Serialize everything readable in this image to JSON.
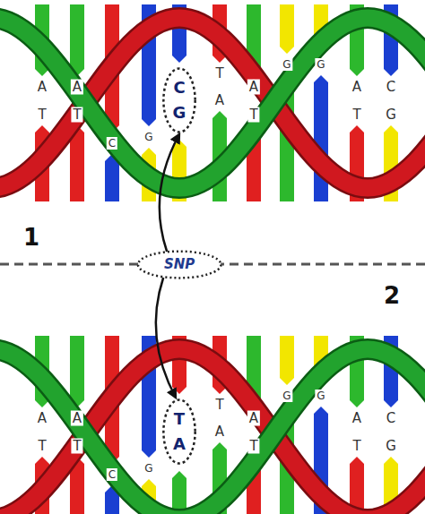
{
  "diagram": {
    "nodes": [
      {
        "text": [
          "C",
          "G"
        ]
      },
      {
        "text": [
          "SNP"
        ]
      },
      {
        "text": [
          "T",
          "A"
        ]
      }
    ],
    "edges": [
      {
        "from": 1,
        "to": 0,
        "arrow": "to"
      },
      {
        "from": 1,
        "to": 2,
        "arrow": "to"
      }
    ],
    "labels": [
      "A",
      "A",
      "T",
      "A",
      "A",
      "C",
      "T",
      "T",
      "A",
      "T",
      "T",
      "G",
      "G",
      "G",
      "C",
      "G",
      "1",
      "2",
      "A",
      "A",
      "T",
      "A",
      "A",
      "C",
      "T",
      "T",
      "A",
      "T",
      "T",
      "G",
      "G",
      "G",
      "C",
      "G"
    ]
  }
}
